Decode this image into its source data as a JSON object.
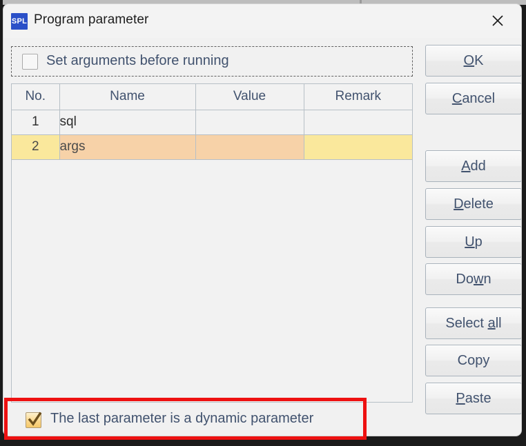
{
  "window": {
    "title": "Program parameter",
    "app_icon_text": "SPL",
    "app_icon_color": "#2b50c8",
    "close_icon": "close-icon"
  },
  "options": {
    "set_arguments": {
      "label": "Set arguments before running",
      "checked": false
    },
    "dynamic_parameter": {
      "label": "The last parameter is a dynamic parameter",
      "checked": true
    }
  },
  "table": {
    "columns": [
      "No.",
      "Name",
      "Value",
      "Remark"
    ],
    "rows": [
      {
        "no": "1",
        "name": "sql",
        "value": "",
        "remark": "",
        "selected": false
      },
      {
        "no": "2",
        "name": "args",
        "value": "",
        "remark": "",
        "selected": true
      }
    ]
  },
  "buttons": [
    {
      "label": "OK",
      "mnemonic": "O"
    },
    {
      "label": "Cancel",
      "mnemonic": "C"
    },
    {
      "label": "Add",
      "mnemonic": "A"
    },
    {
      "label": "Delete",
      "mnemonic": "D"
    },
    {
      "label": "Up",
      "mnemonic": "U"
    },
    {
      "label": "Down",
      "mnemonic": "w"
    },
    {
      "label": "Select all",
      "mnemonic": "a"
    },
    {
      "label": "Copy",
      "mnemonic": ""
    },
    {
      "label": "Paste",
      "mnemonic": "P"
    }
  ],
  "annotation": {
    "color": "#ee1111"
  }
}
